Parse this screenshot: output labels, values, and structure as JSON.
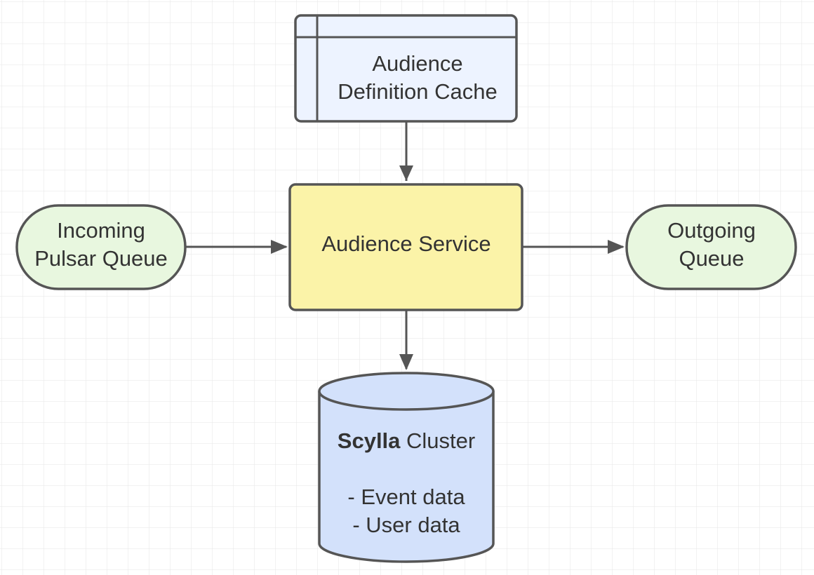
{
  "colors": {
    "grid_line": "#e6e6e6",
    "stroke": "#555555",
    "text": "#333333",
    "cache_fill": "#edf3ff",
    "service_fill": "#fbf3a8",
    "queue_fill": "#e8f7df",
    "db_fill": "#d3e1fb"
  },
  "nodes": {
    "cache": {
      "line1": "Audience",
      "line2": "Definition Cache"
    },
    "service": {
      "label": "Audience Service"
    },
    "incoming": {
      "line1": "Incoming",
      "line2": "Pulsar Queue"
    },
    "outgoing": {
      "line1": "Outgoing",
      "line2": "Queue"
    },
    "database": {
      "title_bold": "Scylla",
      "title_rest": " Cluster",
      "item1": "- Event data",
      "item2": "- User data"
    }
  },
  "edges": [
    {
      "from": "cache",
      "to": "service"
    },
    {
      "from": "incoming",
      "to": "service"
    },
    {
      "from": "service",
      "to": "outgoing"
    },
    {
      "from": "service",
      "to": "database"
    }
  ]
}
